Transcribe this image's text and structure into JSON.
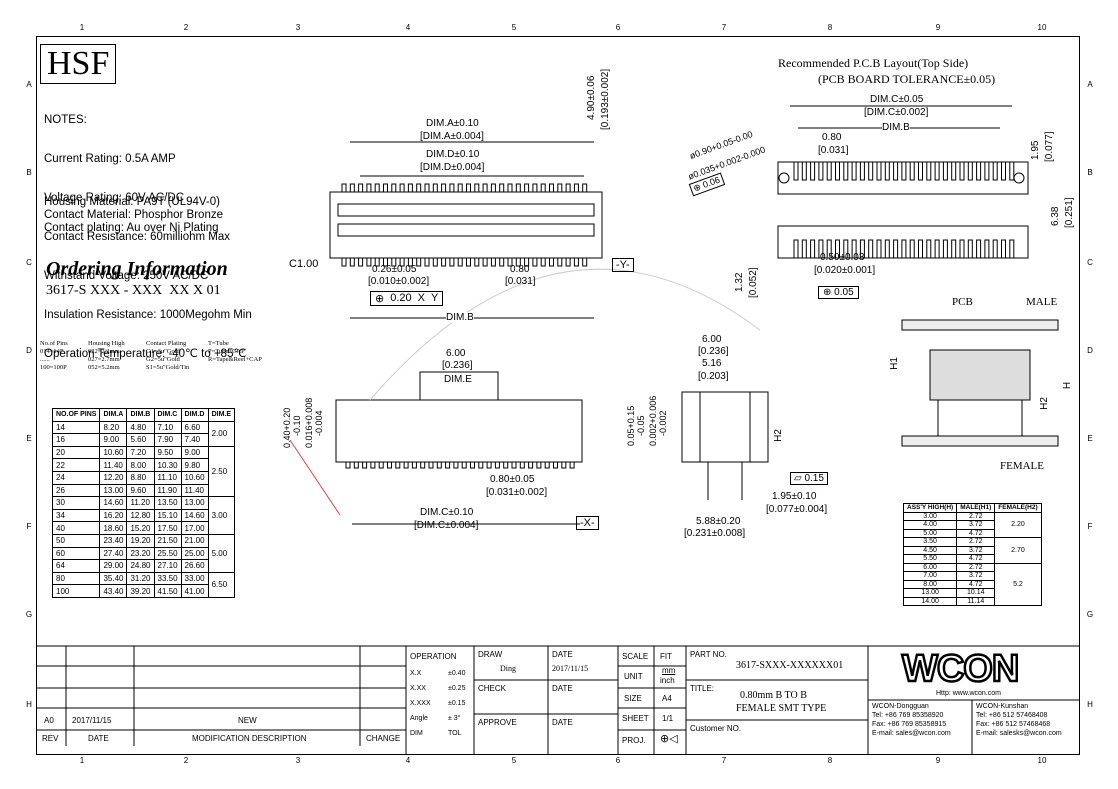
{
  "zones_top": [
    "1",
    "2",
    "3",
    "4",
    "5",
    "6",
    "7",
    "8",
    "9",
    "10"
  ],
  "zones_side": [
    "A",
    "B",
    "C",
    "D",
    "E",
    "F",
    "G",
    "H"
  ],
  "brand": "HSF",
  "notes": {
    "title": "NOTES:",
    "lines": [
      "Current Rating: 0.5A AMP",
      "Voltage Rating: 60V AC/DC",
      "Contact Resistance: 60milliohm Max",
      "Withstand Voltage: 250V AC/DC",
      "Insulation Resistance: 1000Megohm Min",
      "Operation Temperature: -40℃ to +85℃"
    ],
    "materials": [
      "Housing Material: PA9T (UL94V-0)",
      "Contact Material: Phosphor Bronze",
      "Contact plating: Au over Ni Plating"
    ]
  },
  "ordering": {
    "title": "Ordering Information",
    "code": "3617-S XXX - XXX  XX X 01",
    "pins": "No.of Pins\n014=14P\n......\n100=100P",
    "housing": "Housing High\n022=2.2mm\n027=2.7mm\n052=5.2mm",
    "plating": "Contact Plating\nG1=3u\"Gold\nG2=5u\"Gold\nS1=5u\"Gold/Tin",
    "packing": "T=Tube\nP=Tube+CAP\nR=Tape&Reel+CAP"
  },
  "dim_table": {
    "headers": [
      "NO.OF PINS",
      "DIM.A",
      "DIM.B",
      "DIM.C",
      "DIM.D",
      "DIM.E"
    ],
    "rows": [
      [
        "14",
        "8.20",
        "4.80",
        "7.10",
        "6.60"
      ],
      [
        "16",
        "9.00",
        "5.60",
        "7.90",
        "7.40"
      ],
      [
        "20",
        "10.60",
        "7.20",
        "9.50",
        "9.00"
      ],
      [
        "22",
        "11.40",
        "8.00",
        "10.30",
        "9.80"
      ],
      [
        "24",
        "12.20",
        "8.80",
        "11.10",
        "10.60"
      ],
      [
        "26",
        "13.00",
        "9.60",
        "11.90",
        "11.40"
      ],
      [
        "30",
        "14.60",
        "11.20",
        "13.50",
        "13.00"
      ],
      [
        "34",
        "16.20",
        "12.80",
        "15.10",
        "14.60"
      ],
      [
        "40",
        "18.60",
        "15.20",
        "17.50",
        "17.00"
      ],
      [
        "50",
        "23.40",
        "19.20",
        "21.50",
        "21.00"
      ],
      [
        "60",
        "27.40",
        "23.20",
        "25.50",
        "25.00"
      ],
      [
        "64",
        "29.00",
        "24.80",
        "27.10",
        "26.60"
      ],
      [
        "80",
        "35.40",
        "31.20",
        "33.50",
        "33.00"
      ],
      [
        "100",
        "43.40",
        "39.20",
        "41.50",
        "41.00"
      ]
    ],
    "dim_e": [
      "2.00",
      "2.50",
      "3.00",
      "5.00",
      "6.50"
    ]
  },
  "assy_table": {
    "headers": [
      "ASS'Y HIGH(H)",
      "MALE(H1)",
      "FEMALE(H2)"
    ],
    "rows": [
      [
        "3.00",
        "2.72"
      ],
      [
        "4.00",
        "3.72"
      ],
      [
        "5.00",
        "4.72"
      ],
      [
        "3.50",
        "2.72"
      ],
      [
        "4.50",
        "3.72"
      ],
      [
        "5.50",
        "4.72"
      ],
      [
        "6.00",
        "2.72"
      ],
      [
        "7.00",
        "3.72"
      ],
      [
        "8.00",
        "4.72"
      ],
      [
        "13.00",
        "10.14"
      ],
      [
        "14.00",
        "11.14"
      ]
    ],
    "female": [
      "2.20",
      "2.70",
      "5.2"
    ]
  },
  "labels": {
    "pcb_layout_1": "Recommended P.C.B Layout(Top Side)",
    "pcb_layout_2": "(PCB BOARD TOLERANCE±0.05)",
    "dimA1": "DIM.A±0.10",
    "dimA2": "[DIM.A±0.004]",
    "dimD1": "DIM.D±0.10",
    "dimD2": "[DIM.D±0.004]",
    "h490": "4.90±0.06",
    "h490b": "[0.193±0.002]",
    "c100": "C1.00",
    "p026a": "0.26±0.05",
    "p026b": "[0.010±0.002]",
    "p080a": "0.80",
    "p080b": "[0.031]",
    "y": "-Y-",
    "x": "-X-",
    "pos": "0.20",
    "dat1": "X",
    "dat2": "Y",
    "dimB": "DIM.B",
    "d600a": "6.00",
    "d600b": "[0.236]",
    "dimE": "DIM.E",
    "tol040a": "0.40+0.20",
    "tol040b": "-0.10",
    "tol016a": "0.016+0.008",
    "tol016b": "-0.004",
    "p080c": "0.80±0.05",
    "p080d": "[0.031±0.002]",
    "dimC1": "DIM.C±0.10",
    "dimC2": "[DIM.C±0.004]",
    "s600a": "6.00",
    "s600b": "[0.236]",
    "s516a": "5.16",
    "s516b": "[0.203]",
    "s005a": "0.05+0.15",
    "s005b": "-0.05",
    "s002a": "0.002+0.006",
    "s002b": "-0.002",
    "h2": "H2",
    "flat": "0.15",
    "s195a": "1.95±0.10",
    "s195b": "[0.077±0.004]",
    "s588a": "5.88±0.20",
    "s588b": "[0.231±0.008]",
    "pC1": "DIM.C±0.05",
    "pC2": "[DIM.C±0.002]",
    "pB": "DIM.B",
    "p080e": "0.80",
    "p080f": "[0.031]",
    "p195a": "1.95",
    "p195b": "[0.077]",
    "p638a": "6.38",
    "p638b": "[0.251]",
    "p090": "ø0.90+0.05",
    "p090b": "-0.00",
    "p035": "ø0.035+0.002",
    "p035b": "-0.000",
    "p006": "0.06",
    "p132a": "1.32",
    "p132b": "[0.052]",
    "p050a": "0.50±0.03",
    "p050b": "[0.020±0.001]",
    "p005": "0.05",
    "pcb": "PCB",
    "male": "MALE",
    "female": "FEMALE",
    "h1": "H1",
    "h": "H",
    "h2b": "H2"
  },
  "title_block": {
    "rev_row": [
      "A0",
      "2017/11/15",
      "NEW"
    ],
    "rev_head": [
      "REV",
      "DATE",
      "MODIFICATION DESCRIPTION",
      "CHANGE"
    ],
    "operation": "OPERATION",
    "tols": [
      [
        "X.X",
        "±0.40"
      ],
      [
        "X.XX",
        "±0.25"
      ],
      [
        "X.XXX",
        "±0.15"
      ],
      [
        "Angle",
        "± 3°"
      ],
      [
        "DIM",
        "TOL"
      ]
    ],
    "draw": "DRAW",
    "drawer": "Ding",
    "date": "DATE",
    "draw_date": "2017/11/15",
    "check": "CHECK",
    "approve": "APPROVE",
    "scale": "SCALE",
    "fit": "FIT",
    "unit": "UNIT",
    "mm": "mm",
    "inch": "inch",
    "size": "SIZE",
    "a4": "A4",
    "sheet": "SHEET",
    "sheet_no": "1/1",
    "proj": "PROJ.",
    "part_no_label": "PART NO.",
    "part_no": "3617-SXXX-XXXXXX01",
    "title_label": "TITLE:",
    "title1": "0.80mm B TO B",
    "title2": "FEMALE SMT TYPE",
    "customer": "Customer NO.",
    "logo": "WCON",
    "http": "Http: www.wcon.com",
    "dg": [
      "WCON-Dongguan",
      "Tel: +86 769 85358920",
      "Fax: +86 769 85358915",
      "E-mail: sales@wcon.com"
    ],
    "ks": [
      "WCON-Kunshan",
      "Tel: +86 512 57468408",
      "Fax: +86 512 57468468",
      "E-mail: salesks@wcon.com"
    ]
  }
}
